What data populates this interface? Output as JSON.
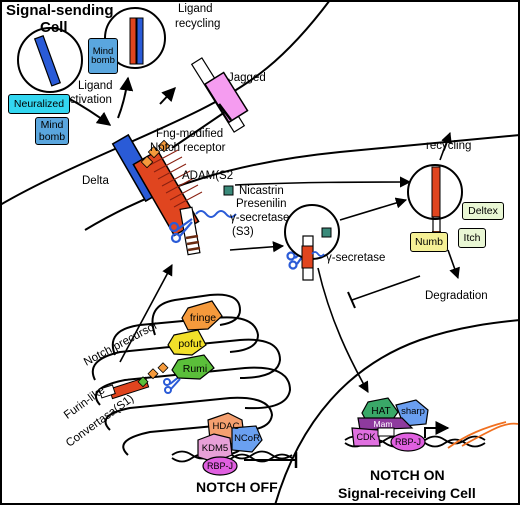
{
  "labels": {
    "signal_sending": "Signal-sending",
    "cell": "Cell",
    "ligand_recycling_1": "Ligand",
    "ligand_recycling_2": "recycling",
    "ligand_activation_1": "Ligand",
    "ligand_activation_2": "Activation",
    "jagged": "Jagged",
    "fng_1": "Fng-modified",
    "fng_2": "Notch receptor",
    "delta": "Delta",
    "adam": "ADAM(S2",
    "nicastrin": "Nicastrin",
    "presenilin": "Presenilin",
    "gamma_secretase_1": "γ-secretase",
    "s3": "(S3)",
    "gamma_secretase_2": "γ-secretase",
    "recycling": "recycling",
    "degradation": "Degradation",
    "notch_precursor": "Notch precursor",
    "furin_1": "Furin-like",
    "furin_2": "Convertasa(S1)",
    "notch_off": "NOTCH OFF",
    "notch_on": "NOTCH ON",
    "signal_receiving": "Signal-receiving Cell"
  },
  "proteins": {
    "neuralized": "Neuralized",
    "mind_bomb": "Mind bomb",
    "mind_bomb_vertical_1": "Mind",
    "mind_bomb_vertical_2": "bomb",
    "fringe": "fringe",
    "pofut": "pofut",
    "rumi": "Rumi",
    "numb": "Numb",
    "itch": "Itch",
    "deltex": "Deltex",
    "hdac": "HDAC",
    "ncor": "NCoR",
    "kdm5": "KDM5",
    "rbpj_off": "RBP-J",
    "hat": "HAT",
    "sharp": "sharp",
    "mam": "Mam",
    "cdk": "CDK",
    "rbpj_on": "RBP-J"
  },
  "colors": {
    "neuralized": "#33d6f0",
    "mind_bomb": "#5aa6de",
    "jagged": "#f59cf0",
    "notch": "#e0451f",
    "delta": "#2a5bd7",
    "adam_diamond": "#f59a3c",
    "fringe": "#f59a3c",
    "pofut": "#f2e02a",
    "rumi": "#5bbf3a",
    "numb": "#f5f095",
    "itch": "#e9f7d4",
    "deltex": "#e9f7d4",
    "hdac": "#f5a070",
    "ncor": "#6aa0f0",
    "kdm5": "#e8a0d8",
    "rbpj": "#e060e0",
    "hat": "#3aa868",
    "sharp": "#6a9ef0",
    "mam": "#8e3a9e",
    "cdk": "#e070e0",
    "nicd_square": "#3a8a7a",
    "scissor": "#2a5bd7",
    "transcript": "#f07020"
  }
}
